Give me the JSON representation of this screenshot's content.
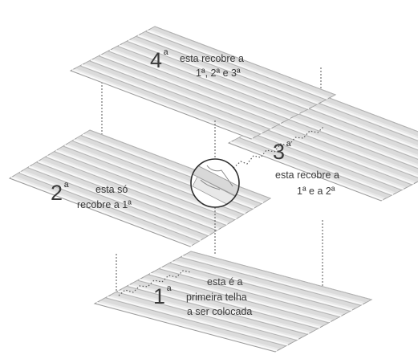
{
  "sheets": [
    {
      "id": "sheet-4",
      "number": "4",
      "ordinal_mark": "ª",
      "caption_lines": [
        "esta recobre a",
        "1ª, 2ª e 3ª"
      ]
    },
    {
      "id": "sheet-2",
      "number": "2",
      "ordinal_mark": "ª",
      "caption_lines": [
        "esta só",
        "recobre a 1ª"
      ]
    },
    {
      "id": "sheet-3",
      "number": "3",
      "ordinal_mark": "ª",
      "caption_lines": [
        "esta recobre a",
        "1ª e a 2ª"
      ]
    },
    {
      "id": "sheet-1",
      "number": "1",
      "ordinal_mark": "ª",
      "caption_lines": [
        "esta é a",
        "primeira telha",
        "a ser colocada"
      ]
    }
  ],
  "colors": {
    "sheet_fill": "#e9e9e9",
    "sheet_ridge": "#f8f8f8",
    "sheet_trough": "#b3b3b3",
    "sheet_outline": "#9a9a9a",
    "guide_lines": "#555555",
    "text": "#3a3a3a"
  },
  "icons": [
    "detail-circle-icon"
  ]
}
